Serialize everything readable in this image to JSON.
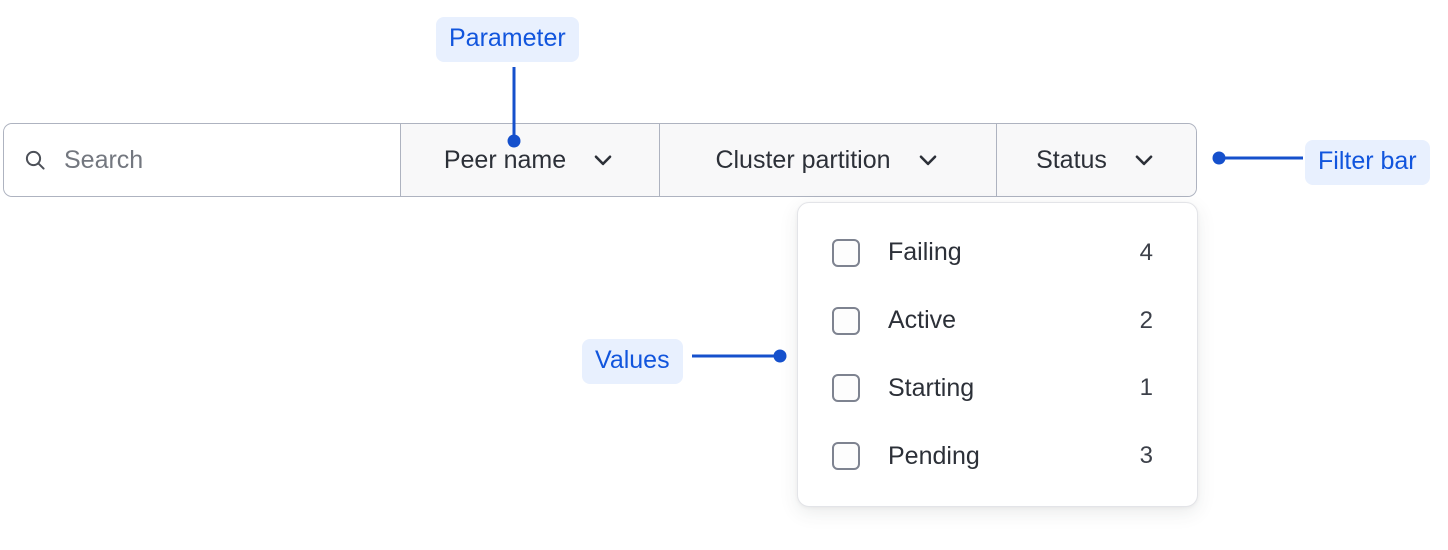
{
  "filter_bar": {
    "search": {
      "icon": "search-icon",
      "placeholder": "Search",
      "value": ""
    },
    "segments": [
      {
        "label": "Peer name",
        "icon": "chevron-down-icon",
        "expanded": false
      },
      {
        "label": "Cluster partition",
        "icon": "chevron-down-icon",
        "expanded": false
      },
      {
        "label": "Status",
        "icon": "chevron-down-icon",
        "expanded": true
      }
    ]
  },
  "dropdown": {
    "for_segment": "Status",
    "options": [
      {
        "label": "Failing",
        "count": "4",
        "checked": false
      },
      {
        "label": "Active",
        "count": "2",
        "checked": false
      },
      {
        "label": "Starting",
        "count": "1",
        "checked": false
      },
      {
        "label": "Pending",
        "count": "3",
        "checked": false
      }
    ]
  },
  "annotations": [
    {
      "id": "parameter",
      "label": "Parameter"
    },
    {
      "id": "filter-bar",
      "label": "Filter bar"
    },
    {
      "id": "values",
      "label": "Values"
    }
  ],
  "colors": {
    "annotation_text": "#1155dd",
    "annotation_bg": "#e8f0fe",
    "border": "#aeb3c0",
    "segment_bg": "#f8f8f9",
    "text": "#2c3038",
    "placeholder": "#73777f"
  }
}
